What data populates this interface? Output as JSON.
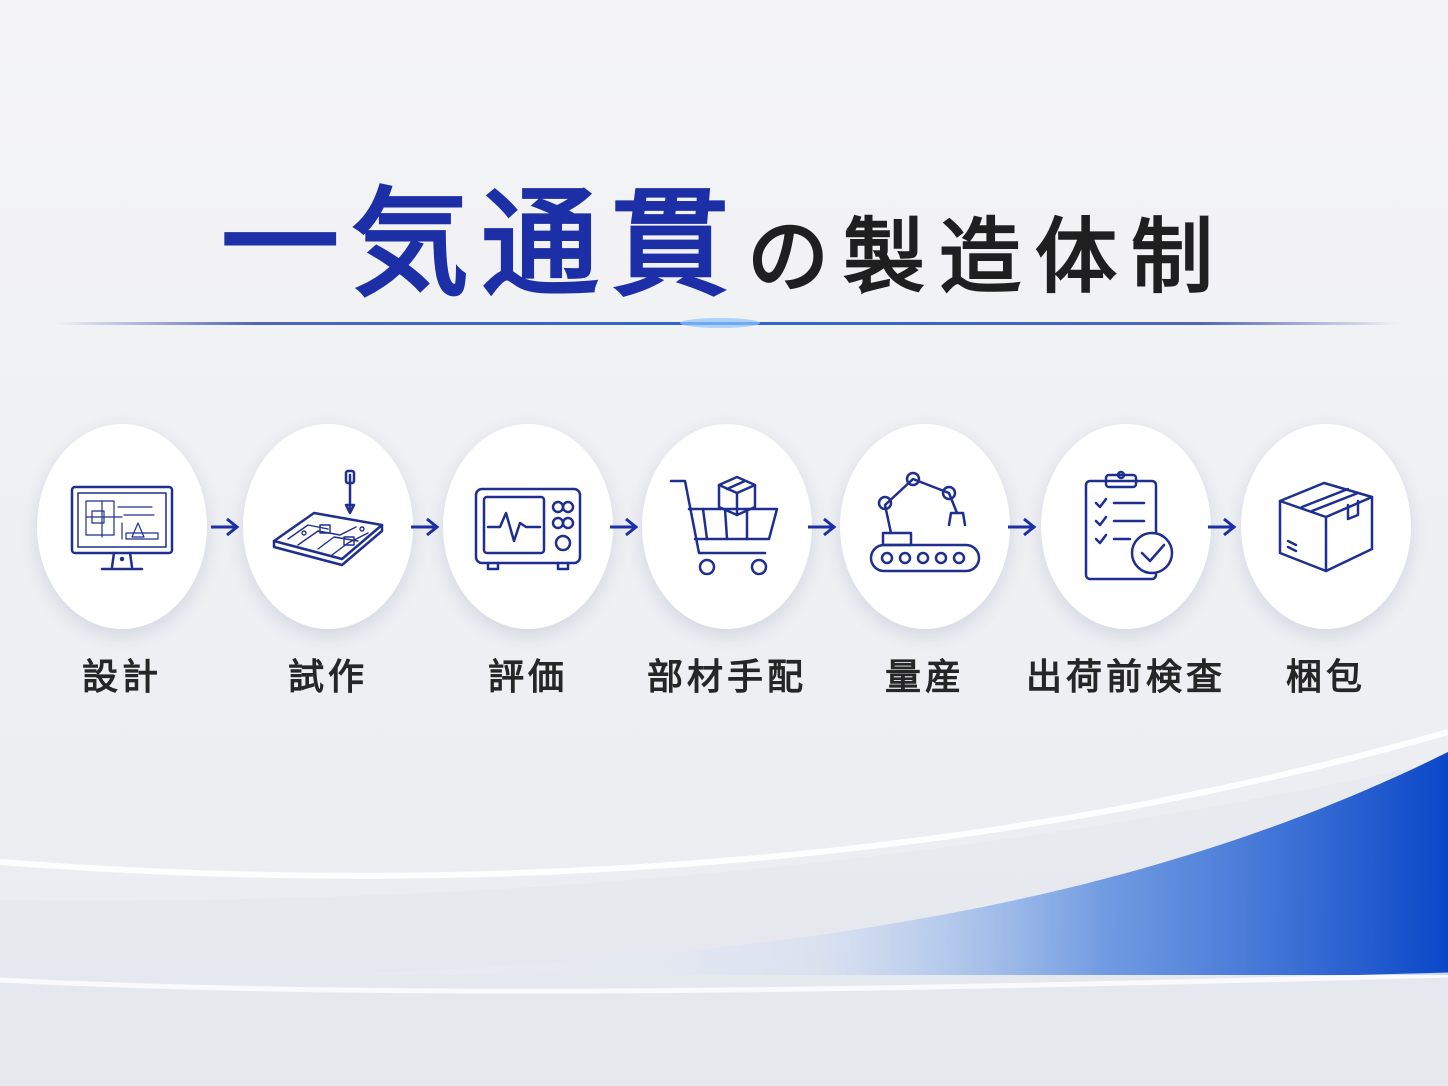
{
  "title": {
    "accent": "一気通貫",
    "rest": "の製造体制"
  },
  "steps": [
    {
      "label": "設計",
      "icon": "monitor-cad-icon"
    },
    {
      "label": "試作",
      "icon": "circuit-board-icon"
    },
    {
      "label": "評価",
      "icon": "oscilloscope-icon"
    },
    {
      "label": "部材手配",
      "icon": "shopping-cart-icon"
    },
    {
      "label": "量産",
      "icon": "robot-arm-conveyor-icon"
    },
    {
      "label": "出荷前検査",
      "icon": "clipboard-check-icon"
    },
    {
      "label": "梱包",
      "icon": "package-box-icon"
    }
  ],
  "colors": {
    "accent": "#1c2fa6",
    "icon": "#1e2f8f",
    "text": "#262626",
    "swoosh": "#0a47c8"
  }
}
